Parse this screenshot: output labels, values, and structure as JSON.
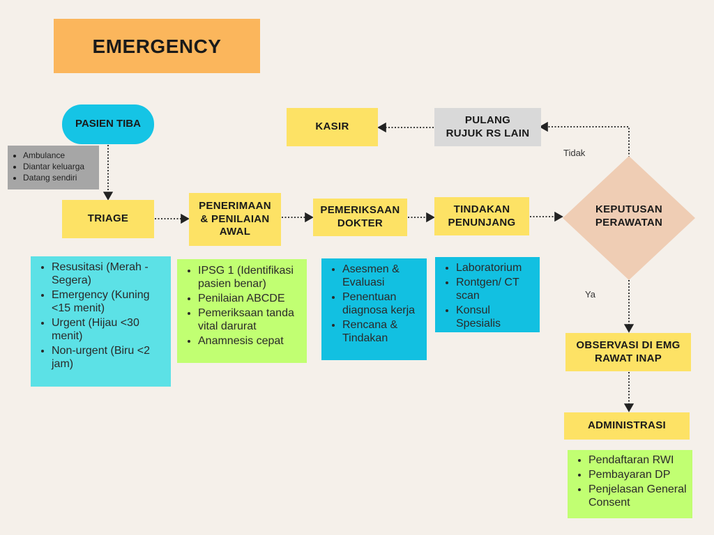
{
  "title": "EMERGENCY",
  "nodes": {
    "pasien_tiba": "PASIEN TIBA",
    "triage": "TRIAGE",
    "penerimaan": [
      "PENERIMAAN",
      "& PENILAIAN",
      "AWAL"
    ],
    "pemeriksaan": [
      "PEMERIKSAAN",
      "DOKTER"
    ],
    "tindakan": [
      "TINDAKAN",
      "PENUNJANG"
    ],
    "keputusan": [
      "KEPUTUSAN",
      "PERAWATAN"
    ],
    "kasir": "KASIR",
    "pulang": [
      "PULANG",
      "RUJUK RS LAIN"
    ],
    "observasi": [
      "OBSERVASI DI EMG",
      "RAWAT INAP"
    ],
    "administrasi": "ADMINISTRASI"
  },
  "labels": {
    "tidak": "Tidak",
    "ya": "Ya"
  },
  "lists": {
    "arrival": [
      "Ambulance",
      "Diantar keluarga",
      "Datang sendiri"
    ],
    "triage": [
      "Resusitasi (Merah - Segera)",
      "Emergency (Kuning <15 menit)",
      "Urgent (Hijau <30 menit)",
      "Non-urgent (Biru <2 jam)"
    ],
    "penerimaan": [
      "IPSG 1 (Identifikasi pasien benar)",
      "Penilaian ABCDE",
      "Pemeriksaan tanda vital darurat",
      " Anamnesis cepat"
    ],
    "pemeriksaan": [
      "Asesmen & Evaluasi",
      "Penentuan diagnosa kerja",
      "Rencana & Tindakan"
    ],
    "tindakan": [
      "Laboratorium",
      "Rontgen/ CT scan",
      "Konsul Spesialis"
    ],
    "administrasi": [
      "Pendaftaran RWI",
      "Pembayaran DP",
      "Penjelasan General Consent"
    ]
  },
  "colors": {
    "background": "#f5f0ea",
    "title": "#fbb65c",
    "node_yellow": "#fde265",
    "node_gray": "#d9d9d9",
    "pill": "#15c4e5",
    "diamond": "#efcdb4",
    "list_cyan_light": "#5ce1e6",
    "list_green": "#c1ff72",
    "list_cyan": "#12c0e1",
    "list_gray": "#a6a6a6"
  }
}
